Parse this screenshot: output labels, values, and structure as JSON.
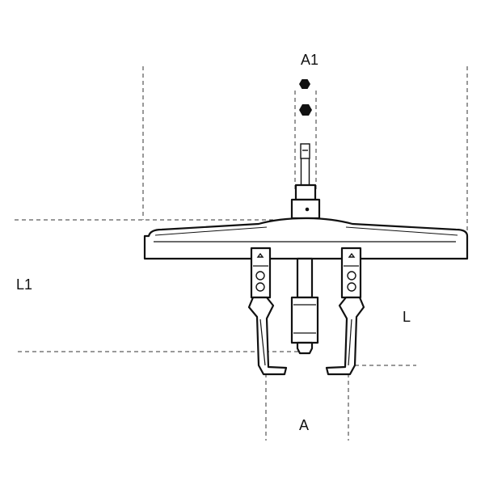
{
  "labels": {
    "a1": "A1",
    "l1": "L1",
    "l": "L",
    "a": "A"
  },
  "colors": {
    "line": "#111111",
    "dimension_line": "#333333",
    "background": "#ffffff"
  }
}
